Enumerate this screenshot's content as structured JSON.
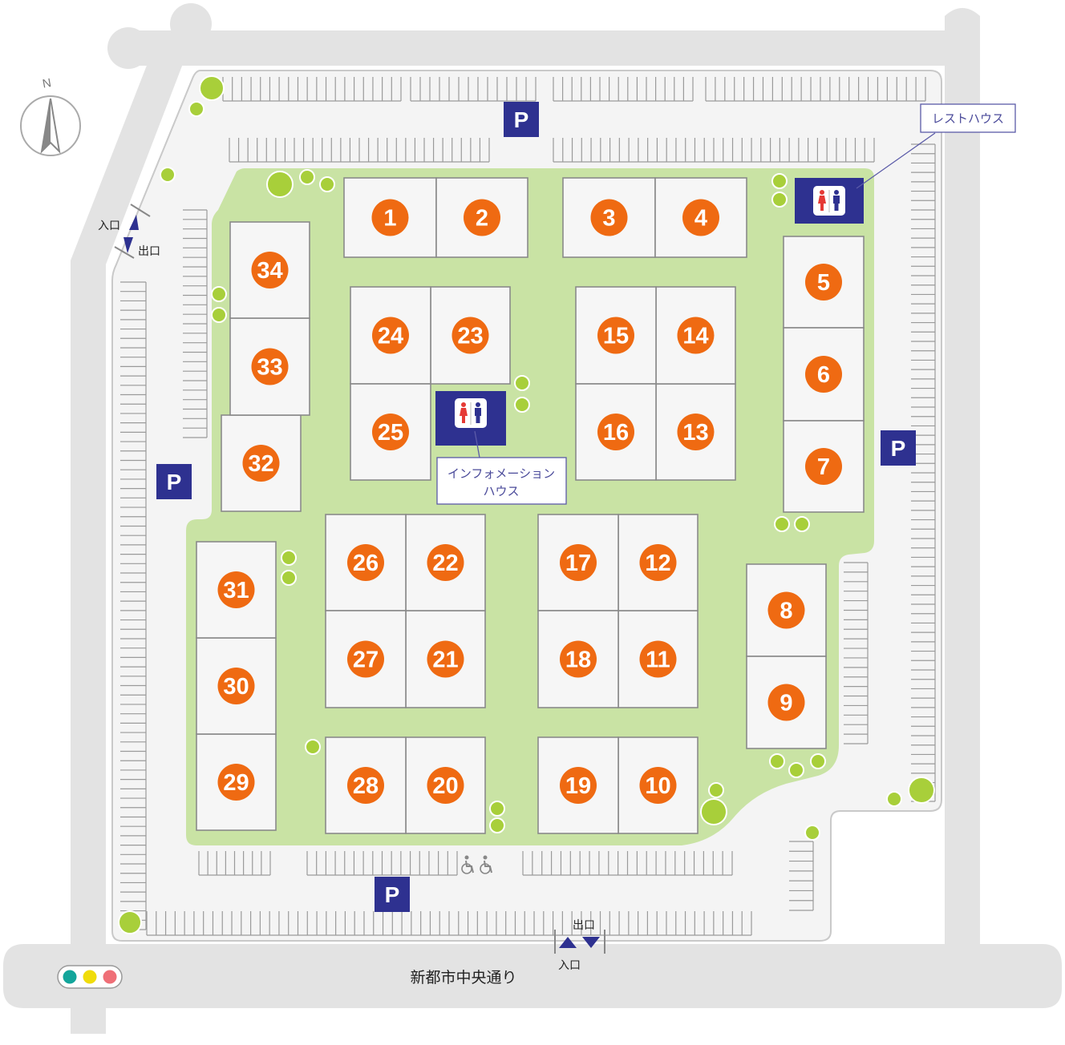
{
  "colors": {
    "road": "#e3e3e3",
    "lot_surface": "#f4f4f4",
    "lot_border": "#c9c9c9",
    "green_area": "#c9e3a4",
    "tree": "#a8cf3a",
    "plot_fill": "#f6f6f6",
    "plot_border": "#8a8a8a",
    "badge": "#ef6a12",
    "navy": "#2e3190",
    "line_marks": "#9a9a9a"
  },
  "compass": {
    "label": "N",
    "icon": "compass-needle-icon"
  },
  "road": {
    "name": "新都市中央通り"
  },
  "gates": {
    "west": {
      "entrance": "入口",
      "exit": "出口"
    },
    "south": {
      "entrance": "入口",
      "exit": "出口"
    }
  },
  "parking": {
    "label": "P"
  },
  "labels": {
    "rest_house": "レストハウス",
    "info_house_line1": "インフォメーション",
    "info_house_line2": "ハウス"
  },
  "icons": {
    "restroom": "restroom-icon",
    "wheelchair": "wheelchair-icon",
    "traffic_light": "traffic-light-icon",
    "tree": "tree-icon"
  },
  "lots": [
    "1",
    "2",
    "3",
    "4",
    "5",
    "6",
    "7",
    "8",
    "9",
    "10",
    "11",
    "12",
    "13",
    "14",
    "15",
    "16",
    "17",
    "18",
    "19",
    "20",
    "21",
    "22",
    "23",
    "24",
    "25",
    "26",
    "27",
    "28",
    "29",
    "30",
    "31",
    "32",
    "33",
    "34"
  ]
}
